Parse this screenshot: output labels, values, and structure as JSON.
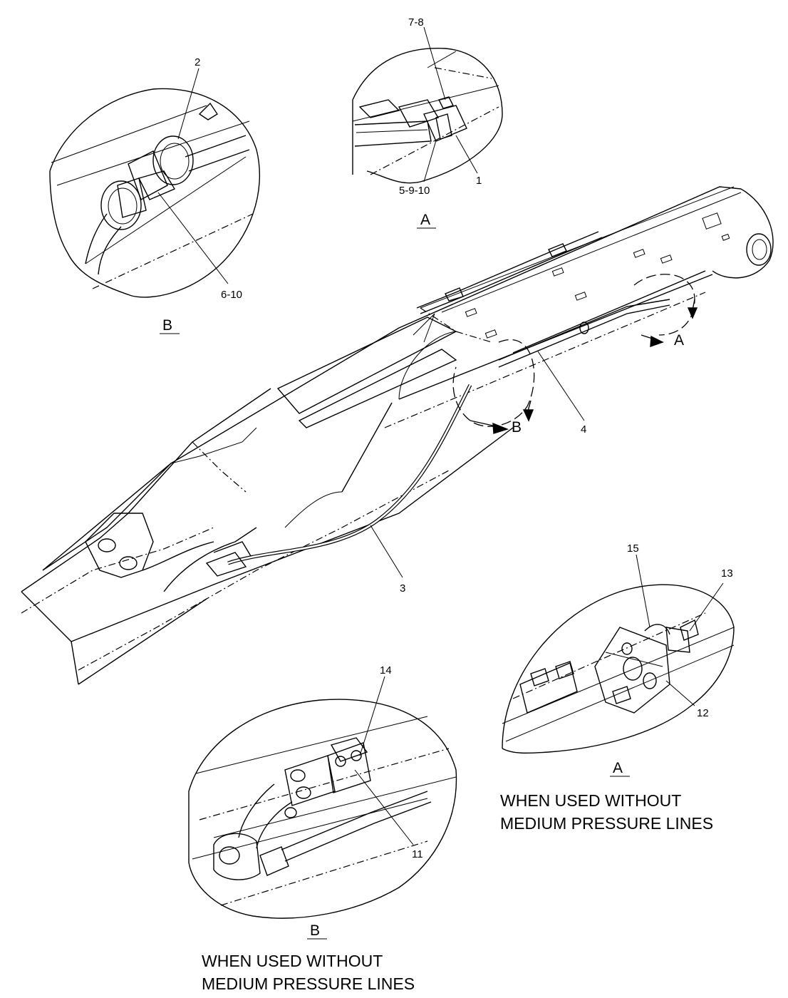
{
  "callouts": {
    "c_7_8": "7-8",
    "c_5_9_10": "5-9-10",
    "c_1": "1",
    "c_2": "2",
    "c_6_10": "6-10",
    "c_4": "4",
    "c_3": "3",
    "c_15": "15",
    "c_13": "13",
    "c_12": "12",
    "c_14": "14",
    "c_11": "11"
  },
  "view_labels": {
    "top_a": "A",
    "top_b": "B",
    "main_a": "A",
    "main_b": "B",
    "lower_a": "A",
    "lower_b": "B"
  },
  "notes": {
    "right_line1": "WHEN  USED  WITHOUT",
    "right_line2": "MEDIUM  PRESSURE  LINES",
    "left_line1": "WHEN  USED  WITHOUT",
    "left_line2": "MEDIUM  PRESSURE  LINES"
  }
}
